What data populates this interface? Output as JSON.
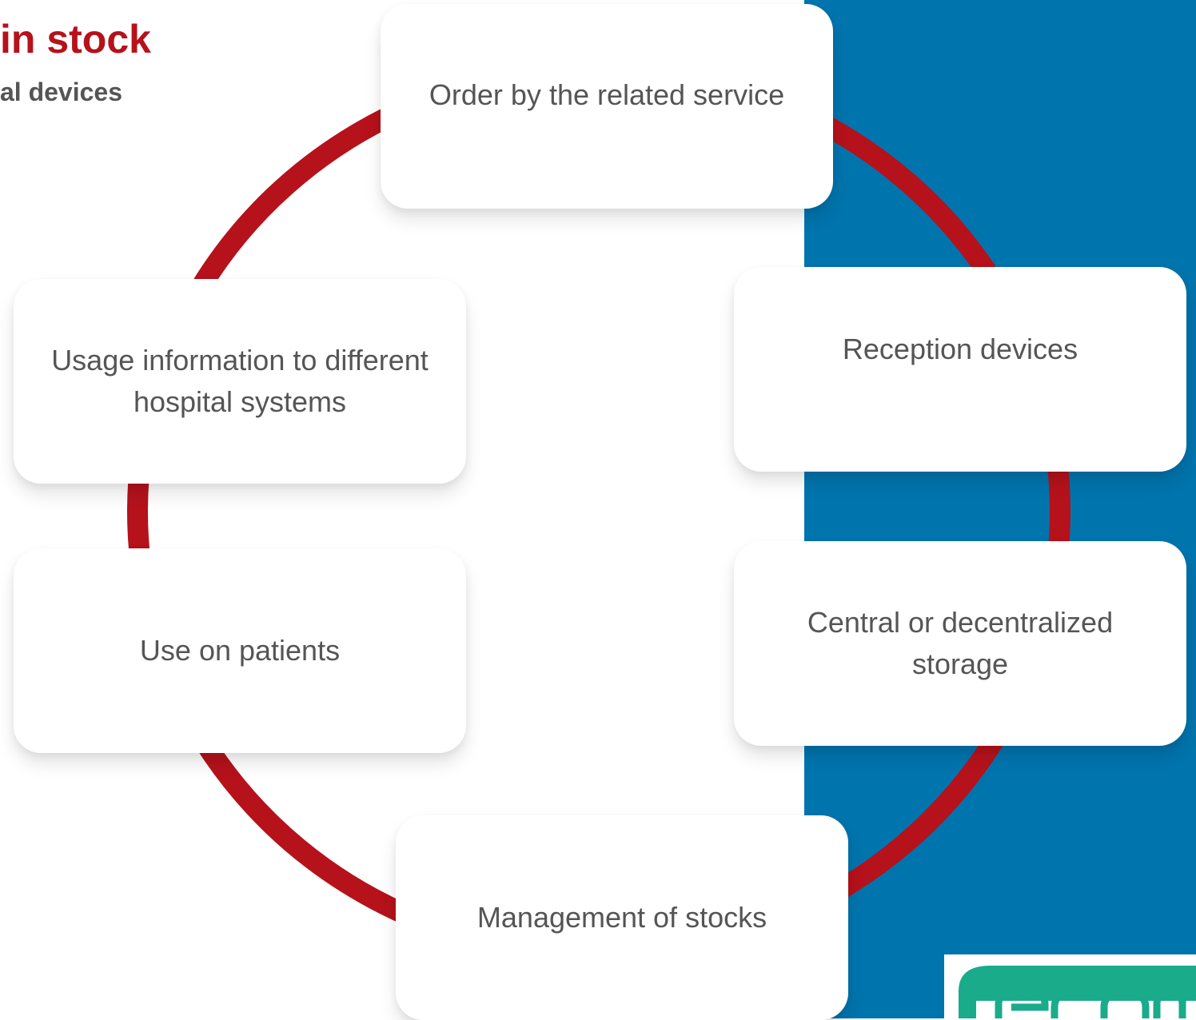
{
  "header": {
    "title": "in stock",
    "subtitle": "al devices"
  },
  "cycle": {
    "steps": [
      "Order by the related service",
      "Reception devices",
      "Central or decentralized storage",
      "Management of stocks",
      "Use on patients",
      "Usage information to different hospital systems"
    ]
  },
  "colors": {
    "accent": "#b5121b",
    "panel": "#0074ad",
    "text": "#555555",
    "logo_green": "#1aab8a"
  },
  "logo": {
    "text": "ecom"
  }
}
